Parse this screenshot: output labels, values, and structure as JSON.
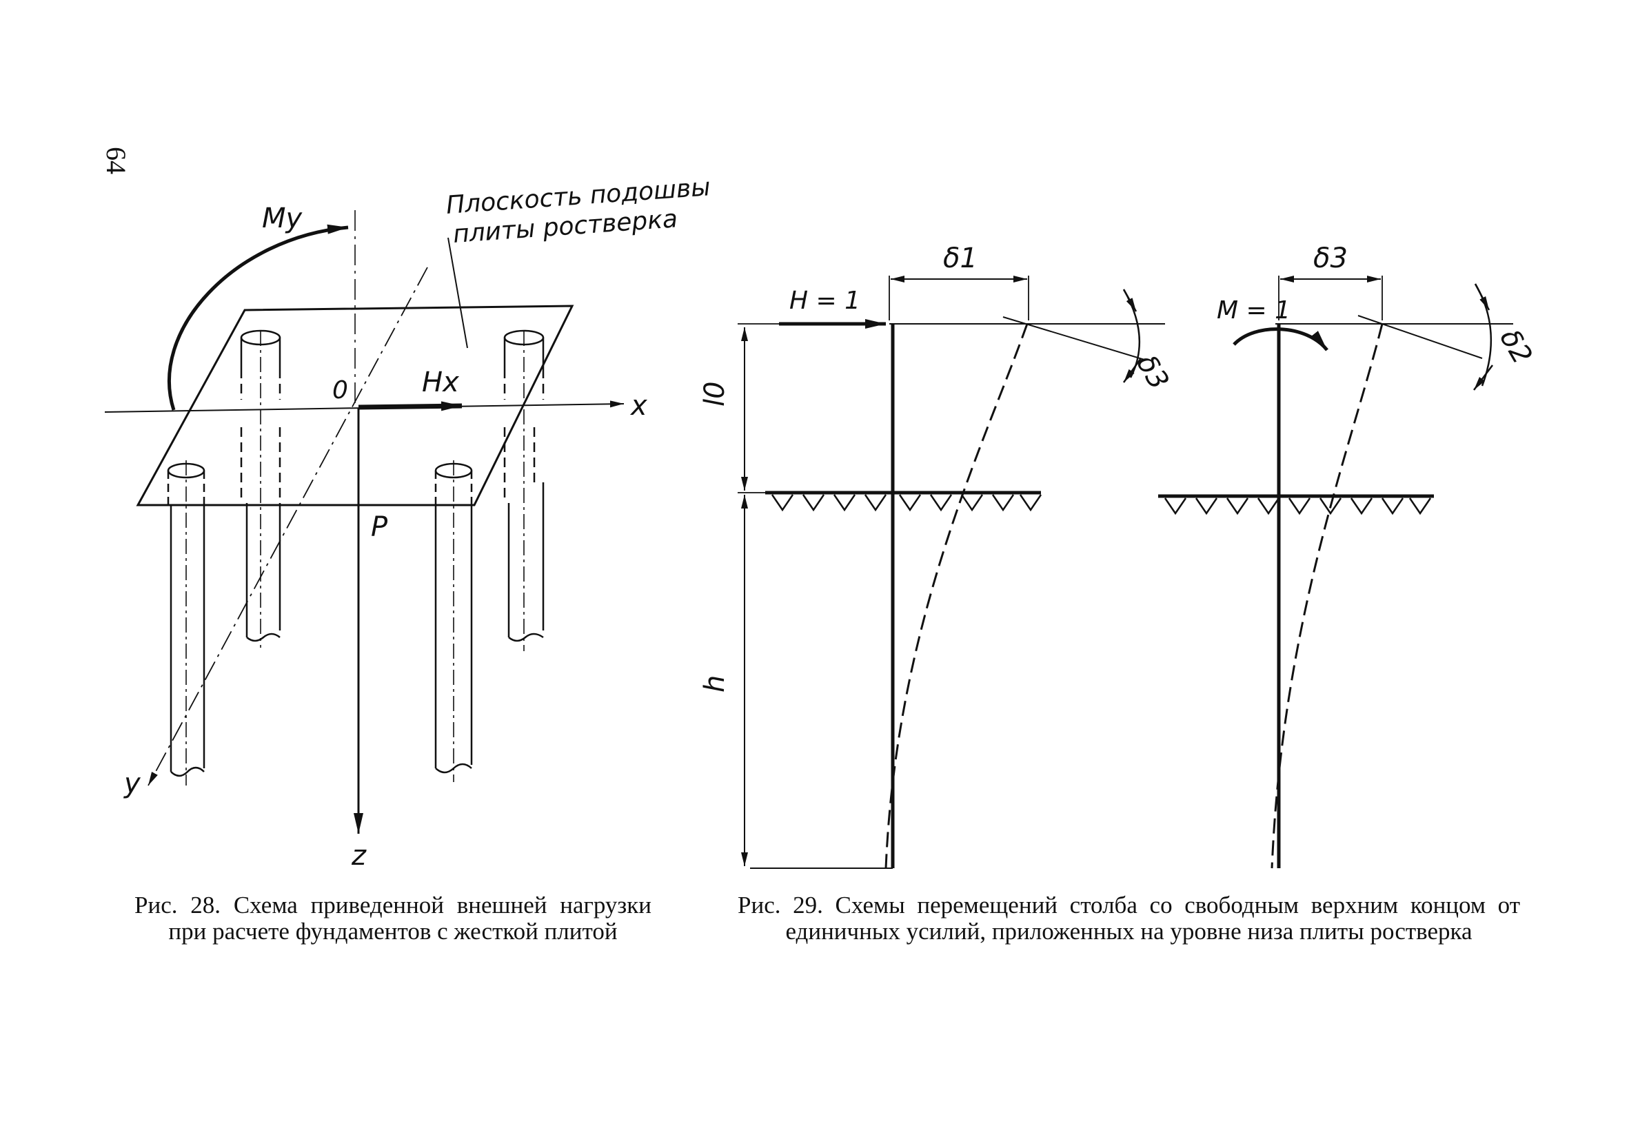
{
  "page": {
    "number": "64"
  },
  "figure28": {
    "labels": {
      "moment": "My",
      "plane_line1": "Плоскость подошвы",
      "plane_line2": "плиты ростверка",
      "origin": "0",
      "force_h": "Hx",
      "axis_x": "x",
      "axis_y": "y",
      "axis_z": "z",
      "force_p": "P"
    },
    "caption": "Рис. 28. Схема приведенной внешней нагрузки при расчете фундаментов с жесткой плитой"
  },
  "figure29": {
    "left": {
      "force_label": "H = 1",
      "delta_top": "δ1",
      "delta_rot": "δ3",
      "len_top": "l0",
      "len_bottom": "h"
    },
    "right": {
      "moment_label": "M = 1",
      "delta_top": "δ3",
      "delta_rot": "δ2"
    },
    "caption": "Рис. 29. Схемы перемещений столба со свободным верхним концом от единичных усилий, приложенных на уровне низа плиты ростверка"
  }
}
